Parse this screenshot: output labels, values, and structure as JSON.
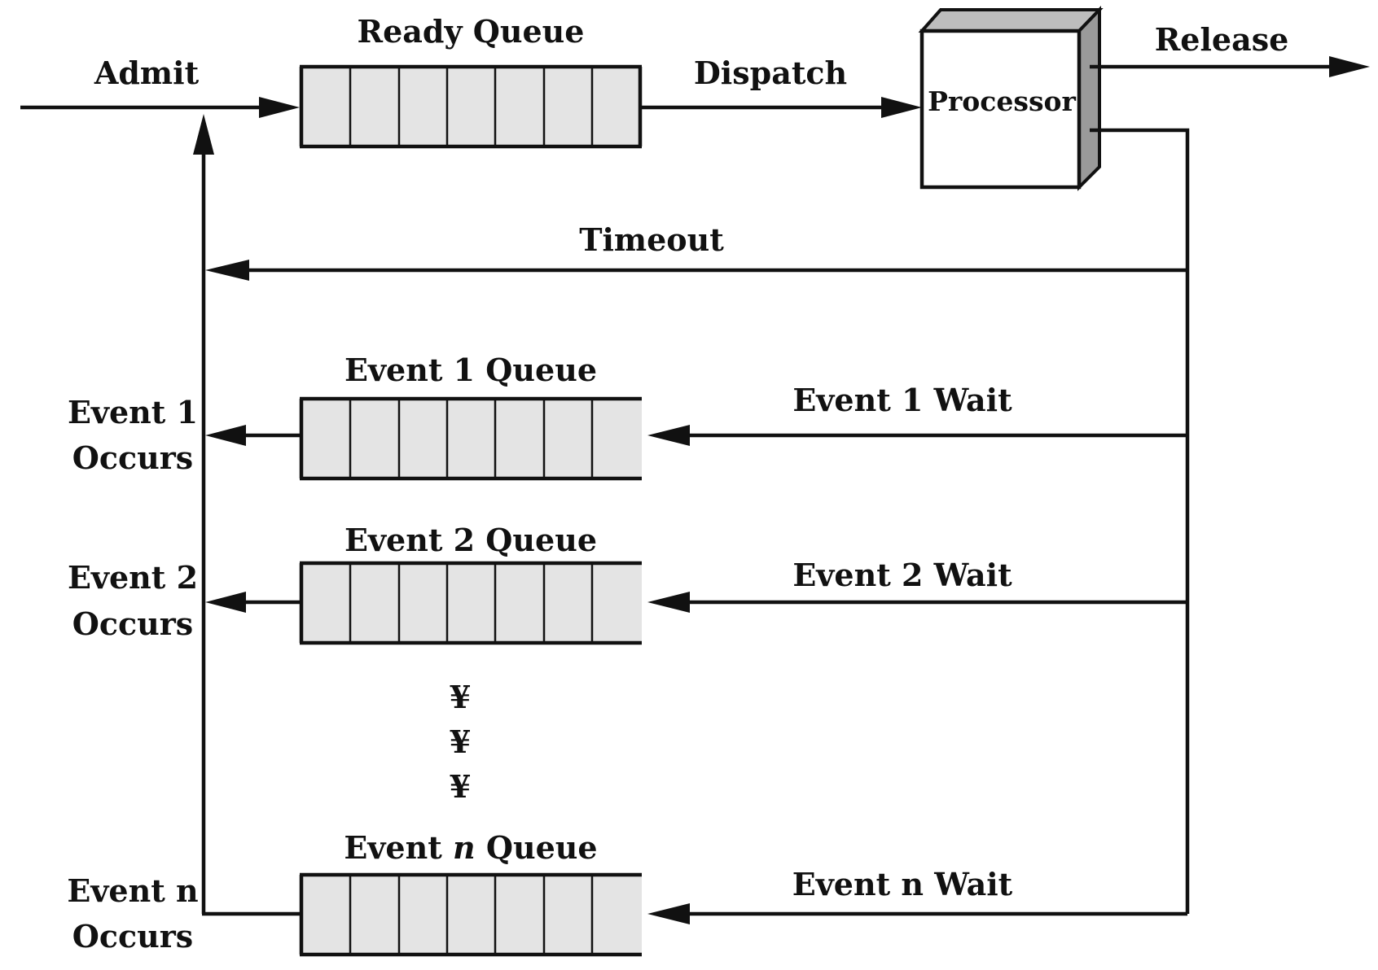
{
  "labels": {
    "admit": "Admit",
    "ready_queue": "Ready Queue",
    "dispatch": "Dispatch",
    "processor": "Processor",
    "release": "Release",
    "timeout": "Timeout",
    "event1_queue": "Event 1 Queue",
    "event2_queue": "Event 2 Queue",
    "eventn_queue_prefix": "Event ",
    "eventn_queue_var": "n",
    "eventn_queue_suffix": " Queue",
    "event1_wait": "Event 1 Wait",
    "event2_wait": "Event 2 Wait",
    "eventn_wait": "Event n Wait",
    "event1_occurs_line1": "Event 1",
    "event1_occurs_line2": "Occurs",
    "event2_occurs_line1": "Event 2",
    "event2_occurs_line2": "Occurs",
    "eventn_occurs_line1": "Event n",
    "eventn_occurs_line2": "Occurs",
    "ellipsis_mark": "¥"
  },
  "colors": {
    "line": "#111111",
    "queue_fill": "#e4e4e4",
    "processor_face": "#ffffff",
    "processor_side": "#9a9a9a",
    "processor_top": "#bdbdbd"
  }
}
